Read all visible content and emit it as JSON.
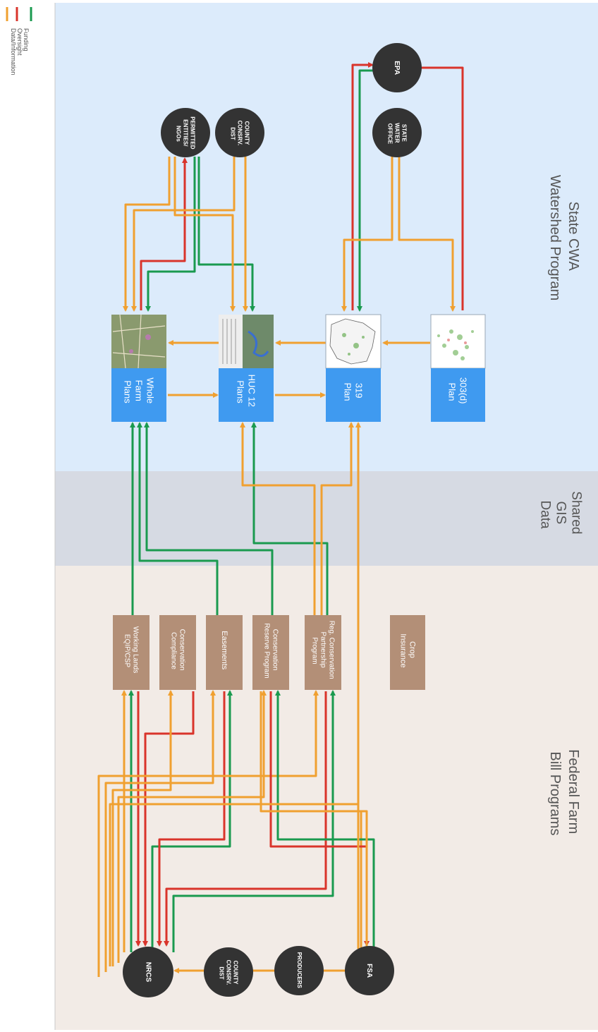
{
  "legend": {
    "items": [
      {
        "label": "Funding",
        "color": "#1a9a4f"
      },
      {
        "label": "Oversight",
        "color": "#d9342b"
      },
      {
        "label": "Data/Information",
        "color": "#f0a030"
      }
    ]
  },
  "regions": {
    "state": "State CWA\nWatershed Program",
    "gis": "Shared\nGIS\nData",
    "federal": "Federal Farm\nBill Programs"
  },
  "nodes": {
    "epa": "EPA",
    "state_water_office": "STATE\nWATER\nOFFICE",
    "permitted": "PERMITTED\nENTITIES/\nNGOs",
    "county_top": "COUNTY\nCONSRV.\nDIST",
    "nrcs": "NRCS",
    "county_bottom": "COUNTY\nCONSRV.\nDIST",
    "producers": "PRODUCERS",
    "fsa": "FSA"
  },
  "plans": {
    "p303": "303(d)\nPlan",
    "p319": "319\nPlan",
    "huc12": "HUC 12\nPlans",
    "whole_farm": "Whole\nFarm\nPlans"
  },
  "programs": {
    "crop": "Crop\nInsurance",
    "rcpp": "Reg. Conservation\nPartnership\nProgram",
    "crp": "Conservation\nReserve Program",
    "easements": "Easements",
    "compliance": "Conservation\nCompliance",
    "working": "Working Lands\nEQIP/CSP"
  },
  "colors": {
    "funding": "#1a9a4f",
    "oversight": "#d9342b",
    "data": "#f0a030",
    "state_bg": "#dcebfb",
    "gis_bg": "#d6dae3",
    "federal_bg": "#f2ebe6",
    "plan_blue": "#3f9af0",
    "program_brown": "#b38f77",
    "node_dark": "#333333"
  }
}
